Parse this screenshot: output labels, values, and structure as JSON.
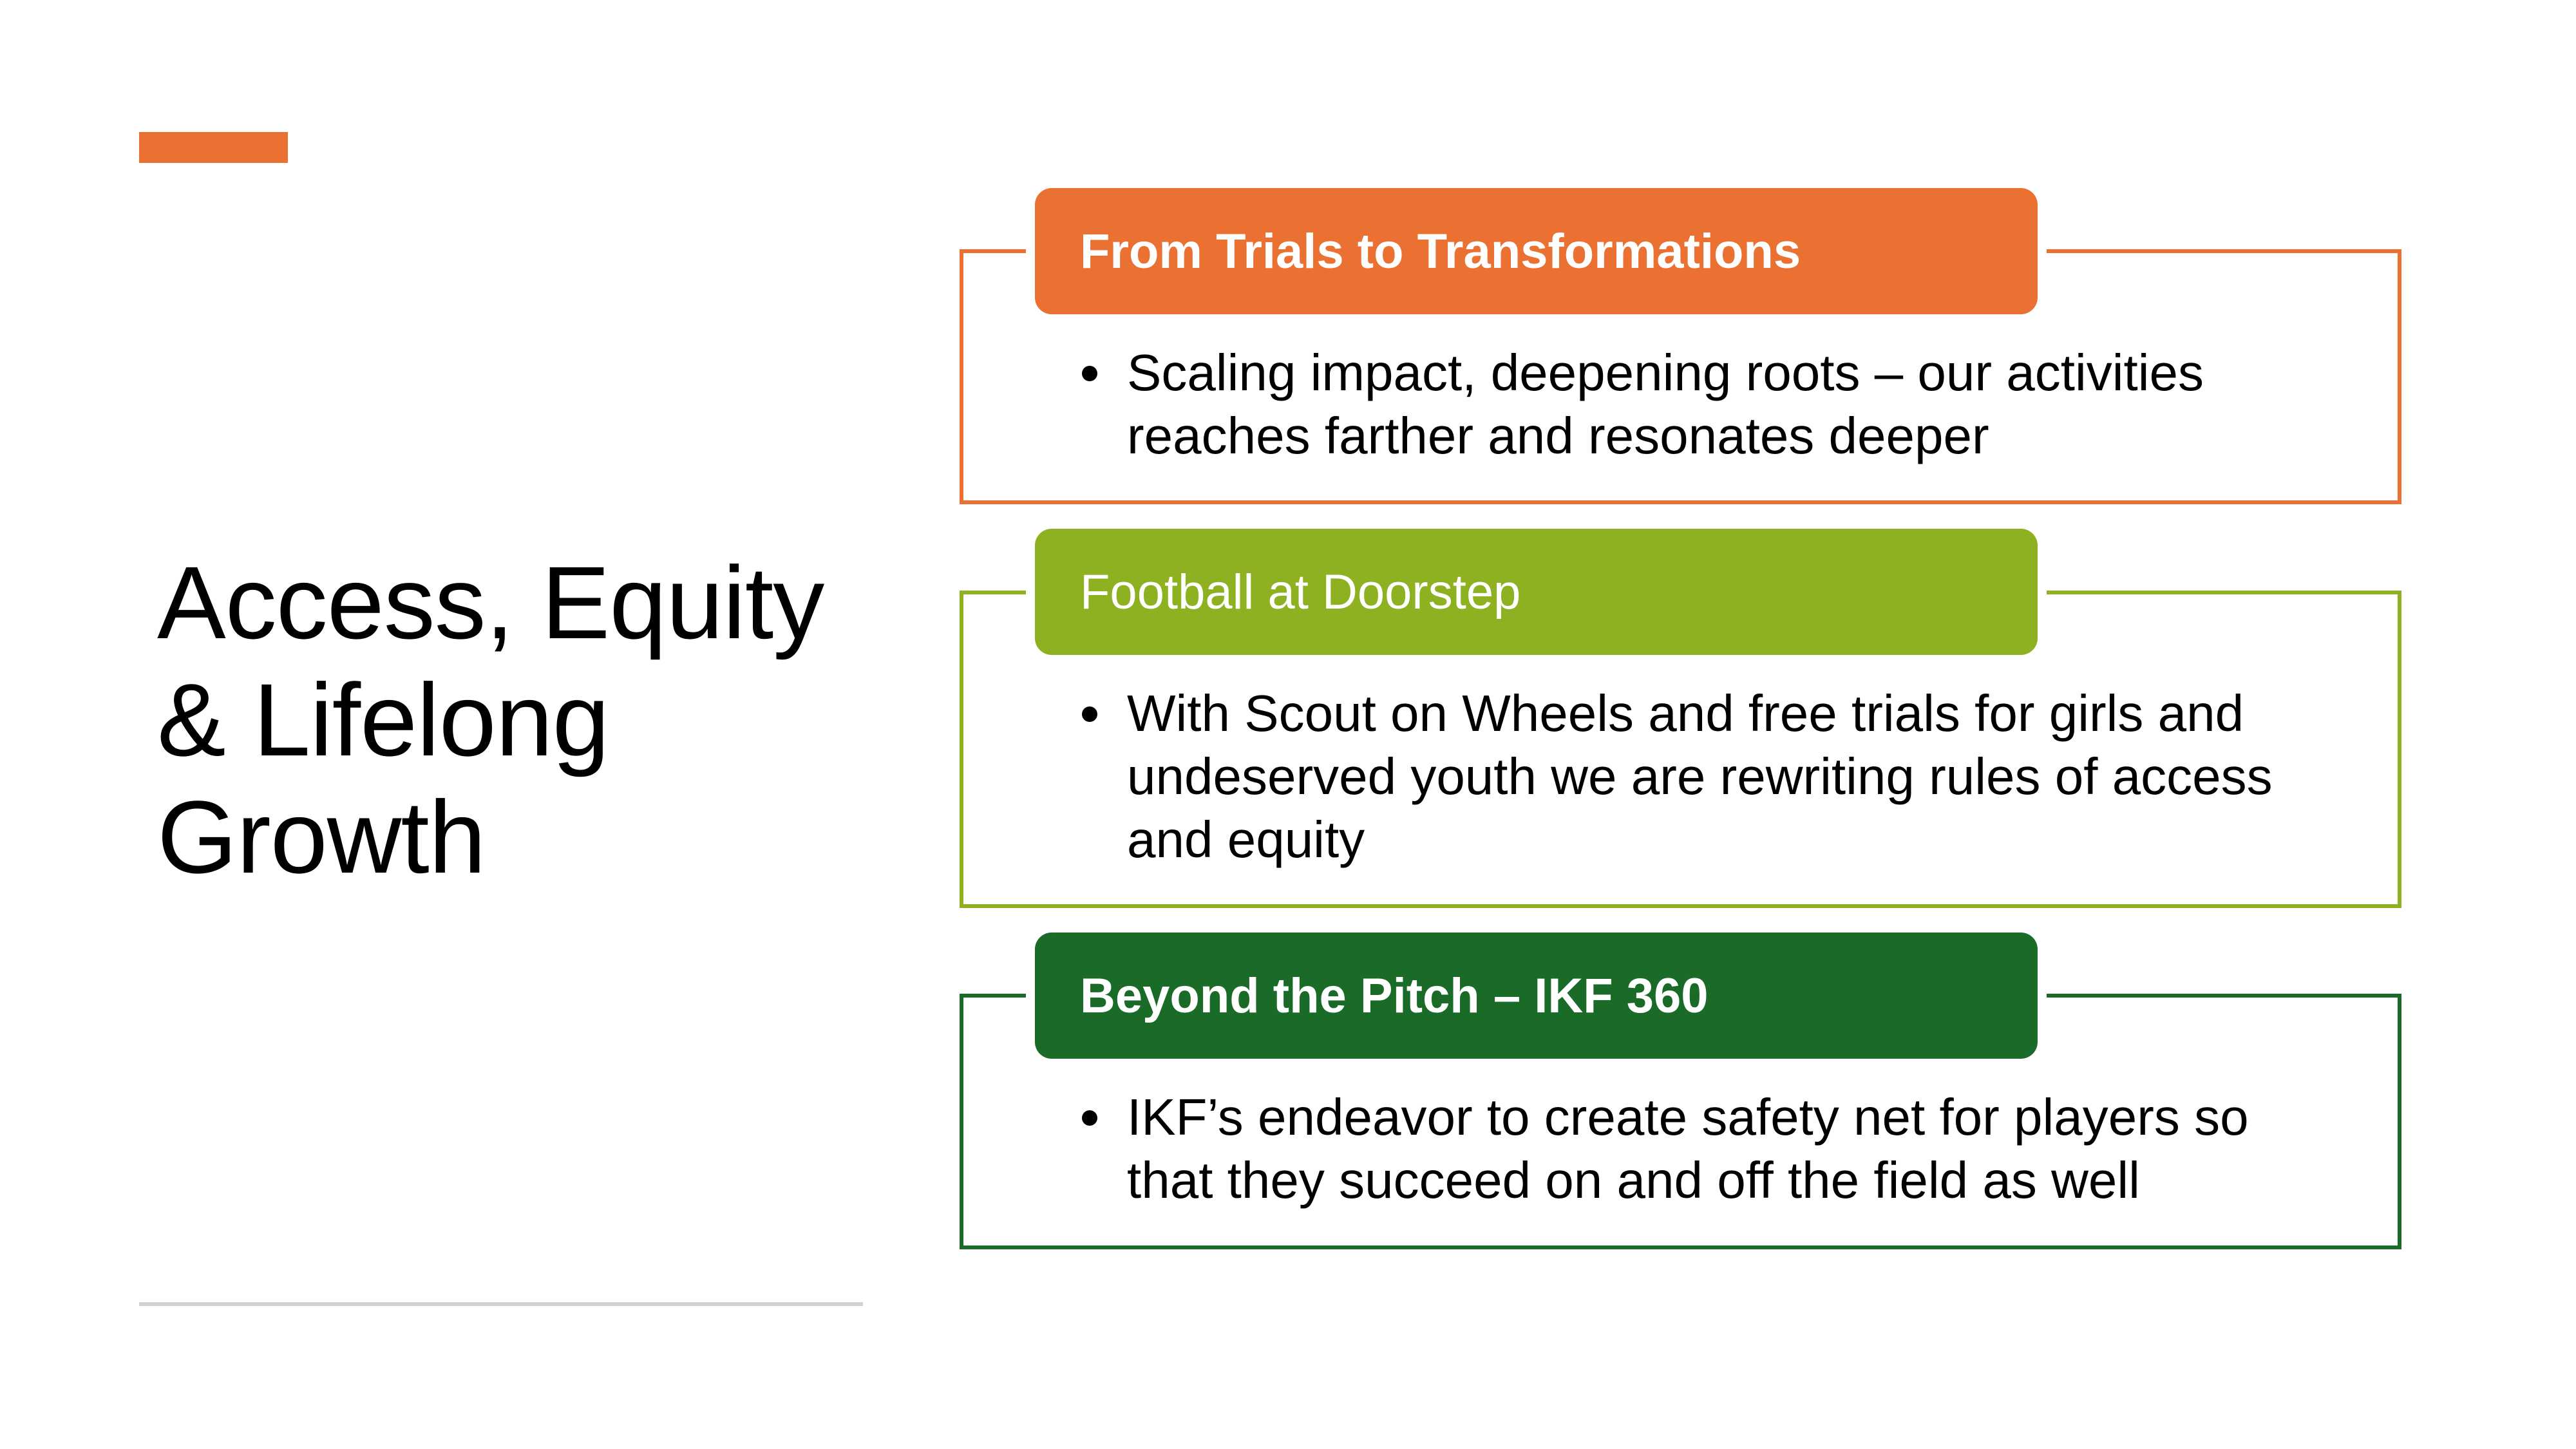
{
  "slide": {
    "title": "Access, Equity & Lifelong Growth",
    "colors": {
      "accent": "#EB7132",
      "orange": "#EB7132",
      "lime": "#8DB121",
      "green": "#1B6B28",
      "divider": "#D2D2D2"
    },
    "cards": [
      {
        "heading": "From Trials to Transformations",
        "bullets": [
          "Scaling impact, deepening roots – our activities reaches farther and resonates deeper"
        ]
      },
      {
        "heading": "Football at Doorstep",
        "bullets": [
          "With Scout on Wheels and free trials for girls and undeserved youth we are rewriting rules of access and equity"
        ]
      },
      {
        "heading": "Beyond the Pitch – IKF 360",
        "bullets": [
          "IKF’s endeavor to create safety net for players so that they succeed on and off the field as well"
        ]
      }
    ]
  }
}
